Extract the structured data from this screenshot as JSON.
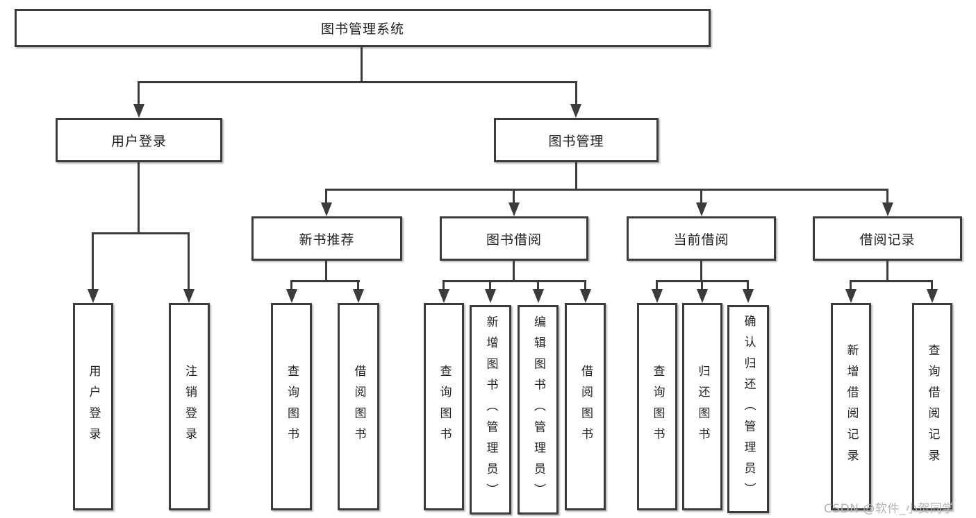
{
  "diagram": {
    "root": "图书管理系统",
    "branches": [
      "用户登录",
      "图书管理"
    ],
    "modules": [
      "新书推荐",
      "图书借阅",
      "当前借阅",
      "借阅记录"
    ],
    "leaves_login": [
      "用户登录",
      "注销登录"
    ],
    "leaves_recommend": [
      "查询图书",
      "借阅图书"
    ],
    "leaves_borrow": [
      "查询图书",
      "新增图书（管理员）",
      "编辑图书（管理员）",
      "借阅图书"
    ],
    "leaves_current": [
      "查询图书",
      "归还图书",
      "确认归还（管理员）"
    ],
    "leaves_record": [
      "新增借阅记录",
      "查询借阅记录"
    ]
  },
  "watermark": {
    "text": "CSDN @软件_小贺同学"
  },
  "colors": {
    "line": "#3b3b3b",
    "box_background": "#ffffff",
    "label_text": "#222222",
    "watermark_text": "#b3b3b3"
  }
}
